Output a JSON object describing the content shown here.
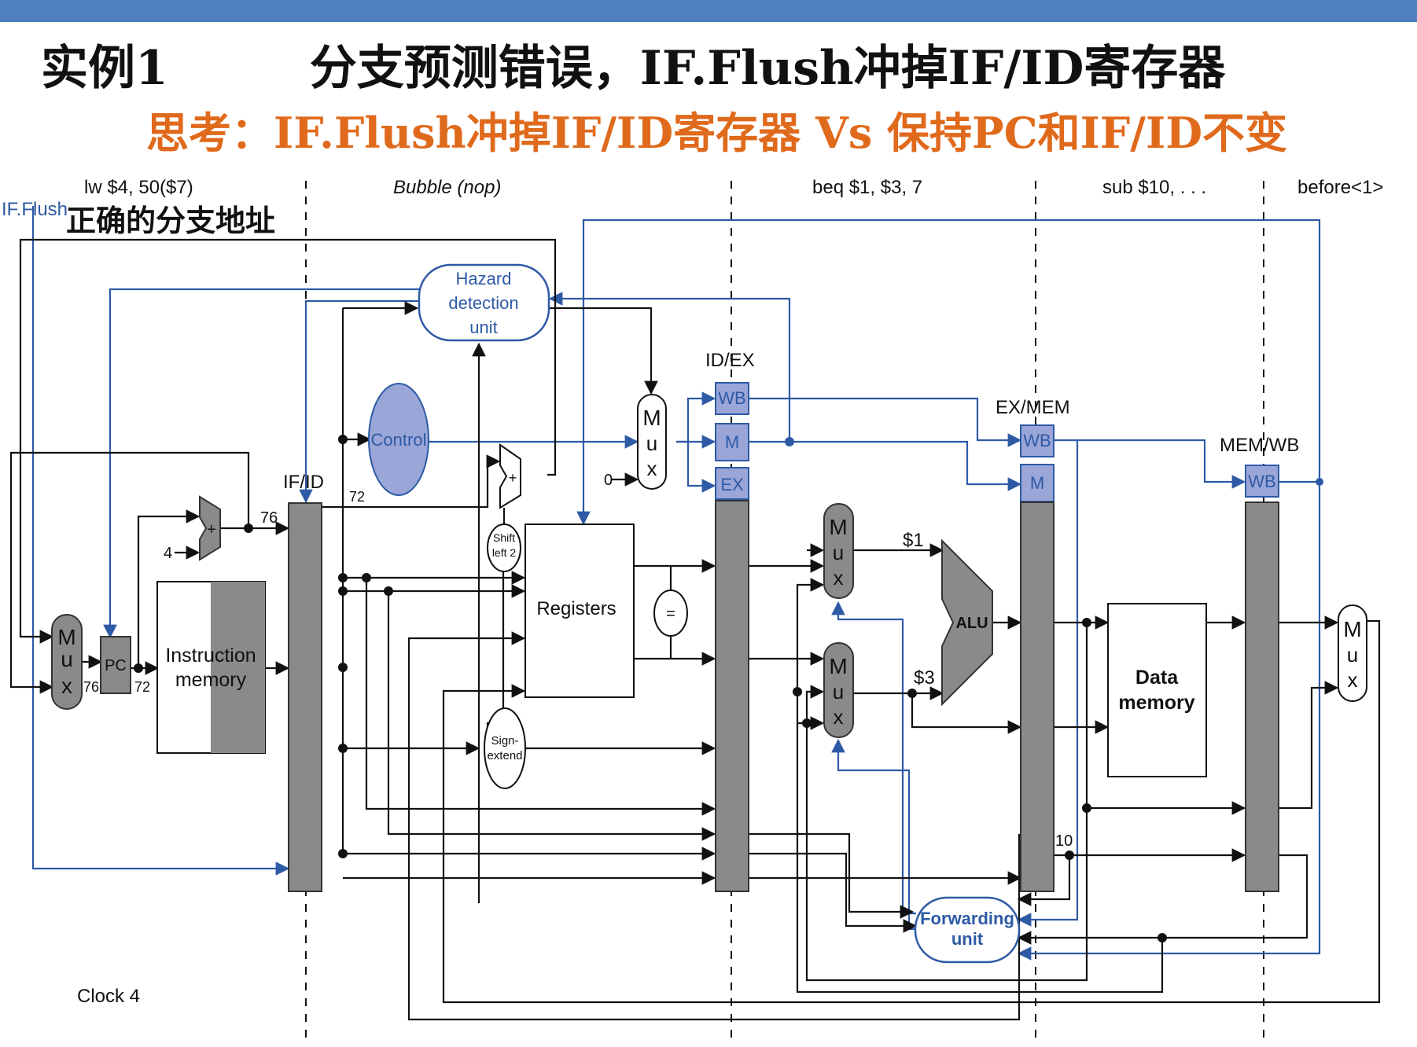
{
  "title": "实例1　　　分支预测错误，IF.Flush冲掉IF/ID寄存器",
  "subtitle": "思考：IF.Flush冲掉IF/ID寄存器 Vs 保持PC和IF/ID不变",
  "stage_instructions": [
    "lw $4, 50($7)",
    "Bubble (nop)",
    "beq $1, $3, 7",
    "sub $10, . . .",
    "before<1>"
  ],
  "annotation": "正确的分支地址",
  "signals": {
    "if_flush": "IF.Flush",
    "clock": "Clock 4"
  },
  "pipeline_registers": {
    "if_id": "IF/ID",
    "id_ex": "ID/EX",
    "ex_mem": "EX/MEM",
    "mem_wb": "MEM/WB"
  },
  "control_fields": {
    "wb": "WB",
    "m": "M",
    "ex": "EX"
  },
  "units": {
    "hazard": [
      "Hazard",
      "detection",
      "unit"
    ],
    "control": "Control",
    "pc": "PC",
    "instruction_memory": [
      "Instruction",
      "memory"
    ],
    "registers": "Registers",
    "equal": "=",
    "shift_left": [
      "Shift",
      "left 2"
    ],
    "sign_extend": [
      "Sign-",
      "extend"
    ],
    "alu": "ALU",
    "data_memory": [
      "Data",
      "memory"
    ],
    "forwarding": [
      "Forwarding",
      "unit"
    ],
    "mux_letters": [
      "M",
      "u",
      "x"
    ],
    "plus": "+"
  },
  "values": {
    "v76a": "76",
    "v76b": "76",
    "v72a": "72",
    "v72b": "72",
    "four": "4",
    "zero": "0",
    "reg1": "$1",
    "reg3": "$3",
    "ten": "10"
  },
  "colors": {
    "header_bar": "#4f7fbf",
    "title": "#111111",
    "subtitle": "#e06a1c",
    "control_path": "#2e5aa5",
    "control_fill": "#9aa6d8",
    "register_gray": "#8a8a8a"
  }
}
